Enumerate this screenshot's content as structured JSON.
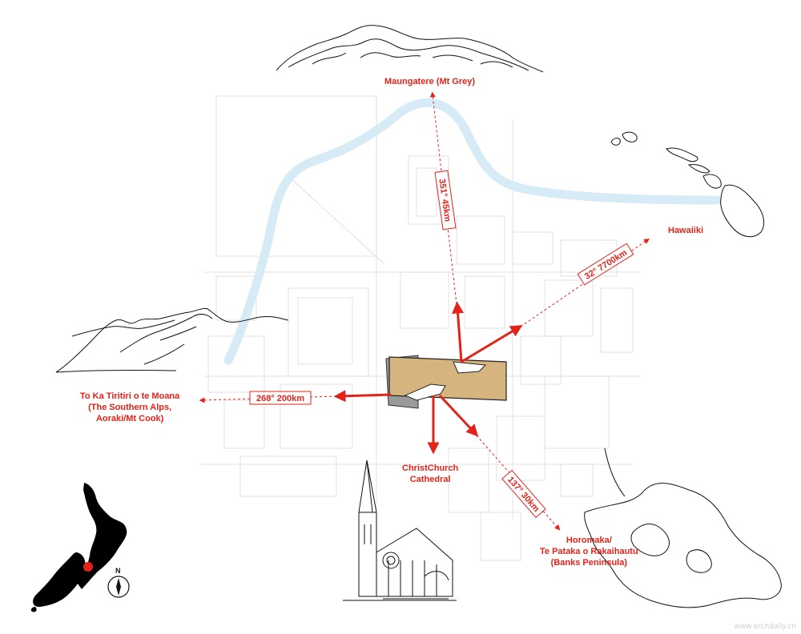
{
  "map": {
    "site_color": "#d5b480",
    "accent_color": "#e2231a",
    "river_color": "#d7ebf6",
    "street_color": "#e6e6e6"
  },
  "destinations": [
    {
      "id": "maungatere",
      "lines": [
        "Maungatere (Mt Grey)"
      ],
      "bearing": "351° 45km"
    },
    {
      "id": "hawaiiki",
      "lines": [
        "Hawaiiki"
      ],
      "bearing": "32° 7700km"
    },
    {
      "id": "southern-alps",
      "lines": [
        "To Ka Tiritiri o te Moana",
        "(The Southern Alps,",
        "Aoraki/Mt Cook)"
      ],
      "bearing": "268° 200km"
    },
    {
      "id": "cathedral",
      "lines": [
        "ChristChurch",
        "Cathedral"
      ],
      "bearing": ""
    },
    {
      "id": "banks-peninsula",
      "lines": [
        "Horomaka/",
        "Te Pataka o Rakaihautu",
        "(Banks Peninsula)"
      ],
      "bearing": "137° 30km"
    }
  ],
  "compass": {
    "label": "N",
    "icon": "north-arrow-icon"
  },
  "inset": {
    "icon": "new-zealand-map-icon",
    "marker": "location-dot-icon"
  },
  "watermark": "www.archdaily.cn"
}
